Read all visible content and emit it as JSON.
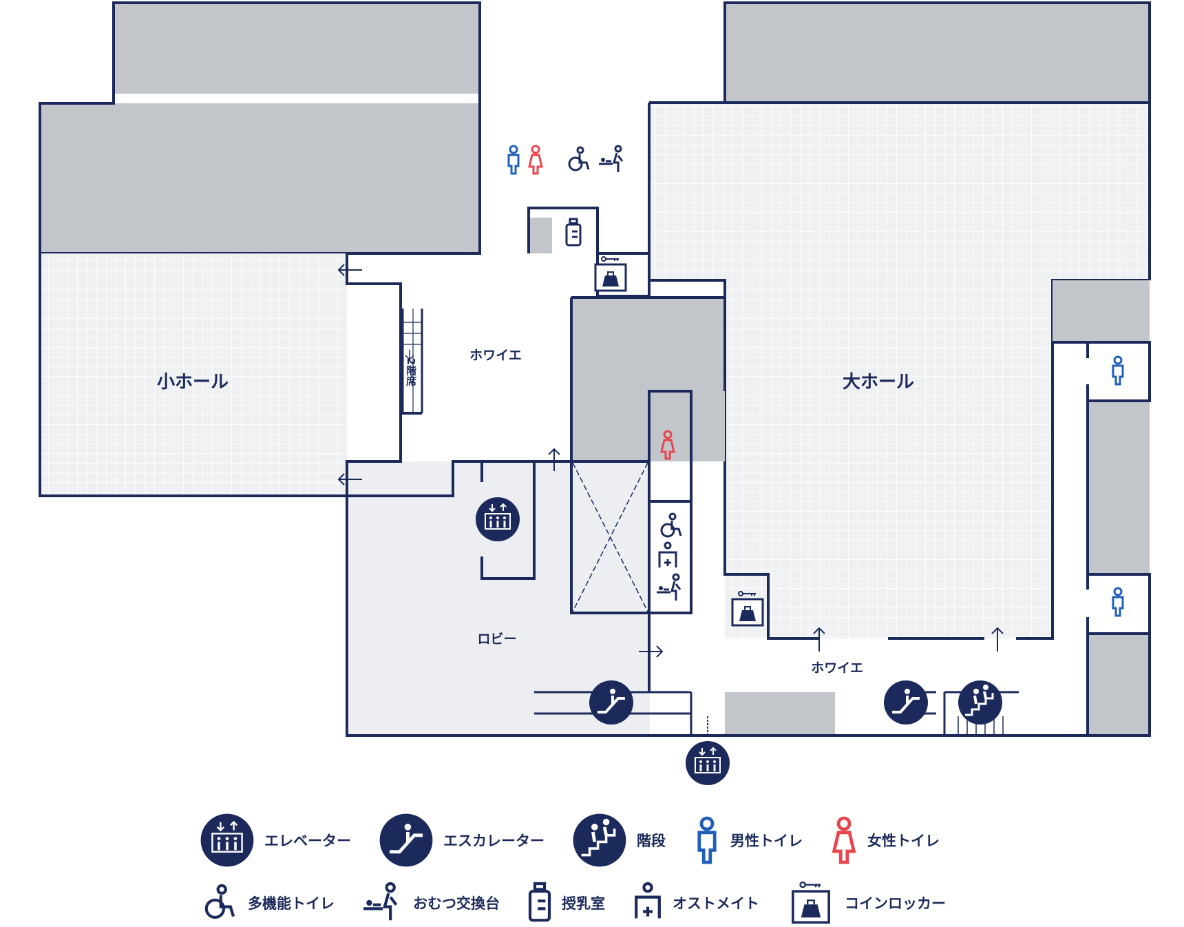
{
  "map": {
    "rooms": {
      "small_hall": "小ホール",
      "large_hall": "大ホール",
      "foyer_upper": "ホワイエ",
      "foyer_lower": "ホワイエ",
      "lobby": "ロビー",
      "balcony_stairs": "2階席"
    },
    "colors": {
      "wall": "#1b2a5b",
      "grey_block": "#c2c6ca",
      "hall_floor": "#eef0f2",
      "lobby_floor": "#eceef1",
      "men": "#1f5fb8",
      "women": "#e8464e"
    }
  },
  "legend": {
    "row1": [
      {
        "icon": "elevator-icon",
        "label": "エレベーター"
      },
      {
        "icon": "escalator-icon",
        "label": "エスカレーター"
      },
      {
        "icon": "stairs-icon",
        "label": "階段"
      },
      {
        "icon": "mens-toilet-icon",
        "label": "男性トイレ"
      },
      {
        "icon": "womens-toilet-icon",
        "label": "女性トイレ"
      }
    ],
    "row2": [
      {
        "icon": "accessible-toilet-icon",
        "label": "多機能トイレ"
      },
      {
        "icon": "diaper-changing-icon",
        "label": "おむつ交換台"
      },
      {
        "icon": "nursing-room-icon",
        "label": "授乳室"
      },
      {
        "icon": "ostomate-icon",
        "label": "オストメイト"
      },
      {
        "icon": "coin-locker-icon",
        "label": "コインロッカー"
      }
    ]
  }
}
